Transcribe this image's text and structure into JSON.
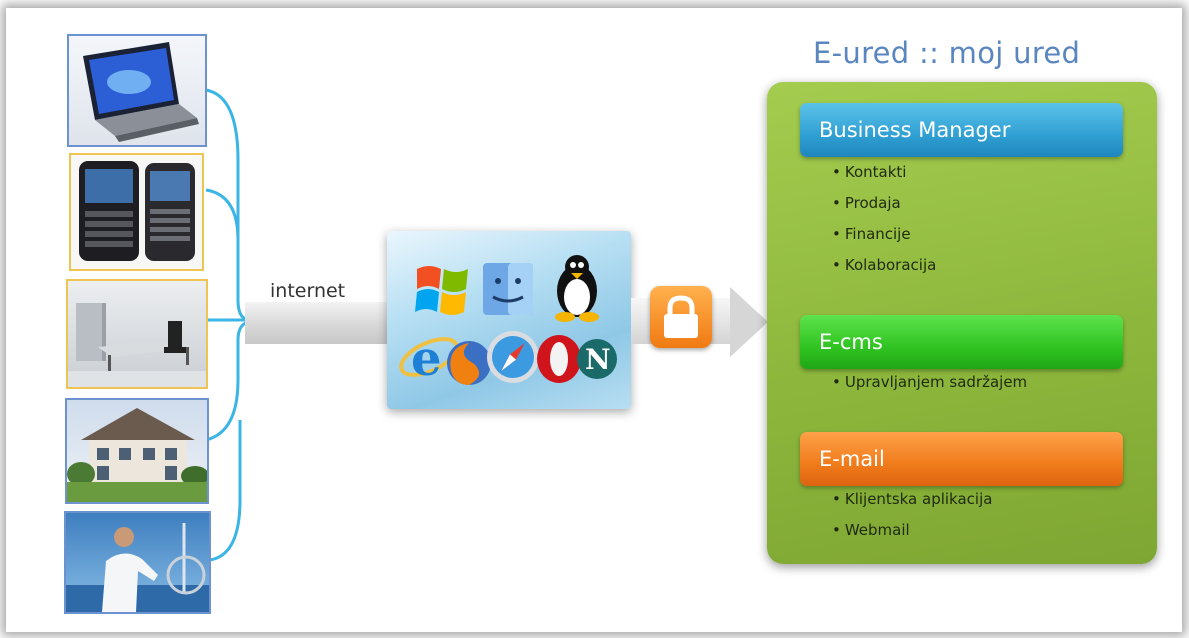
{
  "diagram": {
    "title": "E-ured :: moj ured",
    "connection_label": "internet",
    "devices": [
      {
        "icon": "laptop-image"
      },
      {
        "icon": "smartphones-image"
      },
      {
        "icon": "office-image"
      },
      {
        "icon": "house-image"
      },
      {
        "icon": "sailing-man-image"
      }
    ],
    "platforms": [
      "windows-logo-icon",
      "mac-finder-icon",
      "linux-tux-icon"
    ],
    "browsers": [
      "internet-explorer-icon",
      "firefox-icon",
      "safari-icon",
      "opera-icon",
      "netscape-icon"
    ],
    "sections": [
      {
        "name": "Business Manager",
        "items": [
          "Kontakti",
          "Prodaja",
          "Financije",
          "Kolaboracija"
        ],
        "color": "#2f9fd2"
      },
      {
        "name": "E-cms",
        "items": [
          "Upravljanjem sadržajem"
        ],
        "color": "#30c322"
      },
      {
        "name": "E-mail",
        "items": [
          "Klijentska aplikacija",
          "Webmail"
        ],
        "color": "#f07b1b"
      }
    ],
    "panel_color": "#8db73c",
    "title_color": "#5a86c0",
    "connector_color": "#3ab5e6"
  }
}
